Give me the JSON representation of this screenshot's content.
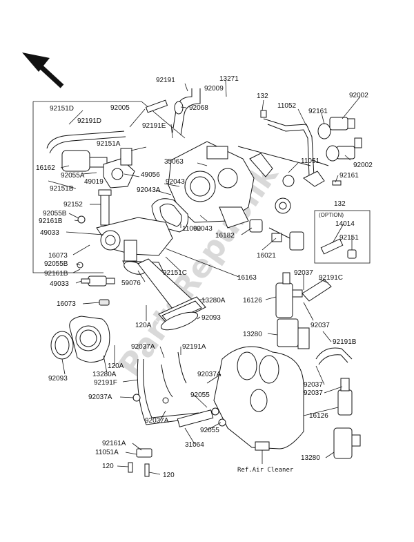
{
  "watermark": "PartsRepublik",
  "ref_note": "Ref.Air Cleaner",
  "option_label": "(OPTION)",
  "labels": {
    "l92191": "92191",
    "l13271": "13271",
    "l92009": "92009",
    "l132a": "132",
    "l92002a": "92002",
    "l92151D": "92151D",
    "l92005": "92005",
    "l92068": "92068",
    "l11052": "11052",
    "l92161a": "92161",
    "l92191D": "92191D",
    "l92191E": "92191E",
    "l92151A": "92151A",
    "l35063": "35063",
    "l11051": "11051",
    "l92002b": "92002",
    "l16162": "16162",
    "l49056": "49056",
    "l92055A": "92055A",
    "l49019": "49019",
    "l92043a": "92043",
    "l92043A": "92043A",
    "l92151B": "92151B",
    "l92161b": "92161",
    "l132b": "132",
    "l92152": "92152",
    "l92055B": "92055B",
    "l92161B": "92161B",
    "l14014": "14014",
    "l92043b": "92043",
    "l49033a": "49033",
    "l11060": "11060",
    "l16182": "16182",
    "l92151": "92151",
    "l16073a": "16073",
    "l92055Bb": "92055B",
    "l16021": "16021",
    "l92161Bb": "92161B",
    "l59076": "59076",
    "l92151C": "92151C",
    "l16163": "16163",
    "l92037a": "92037",
    "l92191C": "92191C",
    "l49033b": "49033",
    "l16126a": "16126",
    "l16073b": "16073",
    "l13280A": "13280A",
    "l92093a": "92093",
    "l120Aa": "120A",
    "l92037b": "92037",
    "l13280a": "13280",
    "l92191B": "92191B",
    "l92037A": "92037A",
    "l92191A": "92191A",
    "l120Ab": "120A",
    "l13280Ab": "13280A",
    "l92093b": "92093",
    "l92037Ab": "92037A",
    "l92191F": "92191F",
    "l92037c": "92037",
    "l92037d": "92037",
    "l92037Ac": "92037A",
    "l92055a": "92055",
    "l16126b": "16126",
    "l92037Ad": "92037A",
    "l92055b": "92055",
    "l92161A": "92161A",
    "l31064": "31064",
    "l11051A": "11051A",
    "l13280b": "13280",
    "l120a": "120",
    "l120b": "120"
  }
}
